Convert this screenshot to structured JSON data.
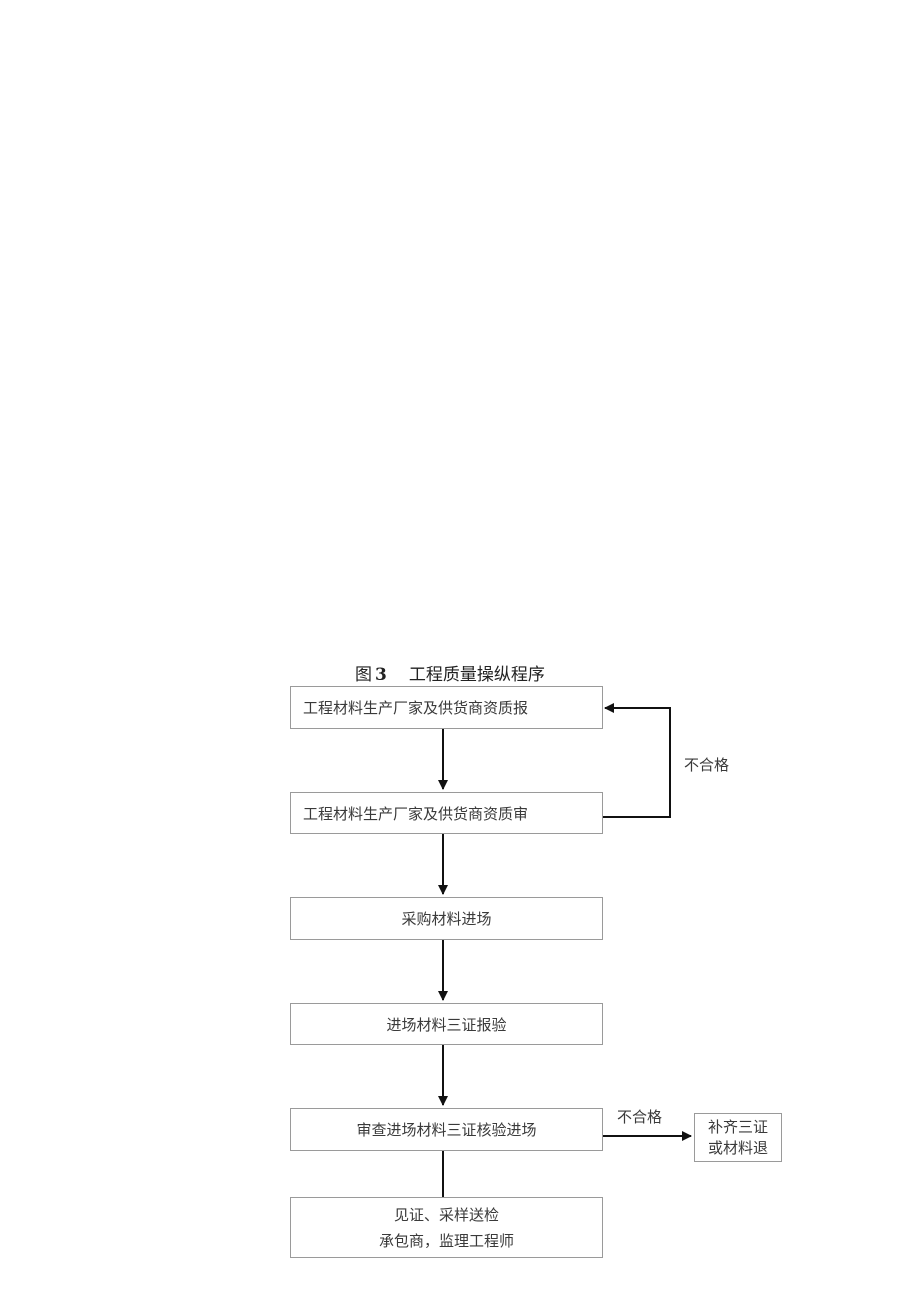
{
  "figure": {
    "label": "图",
    "number": "3",
    "title": "工程质量操纵程序"
  },
  "steps": [
    "工程材料生产厂家及供货商资质报",
    "工程材料生产厂家及供货商资质审",
    "采购材料进场",
    "进场材料三证报验",
    "审查进场材料三证核验进场"
  ],
  "final_step": {
    "line1": "见证、采样送检",
    "line2": "承包商，监理工程师"
  },
  "branches": {
    "reject_label_1": "不合格",
    "reject_label_2": "不合格",
    "remedy_line1": "补齐三证",
    "remedy_line2": "或材料退"
  }
}
